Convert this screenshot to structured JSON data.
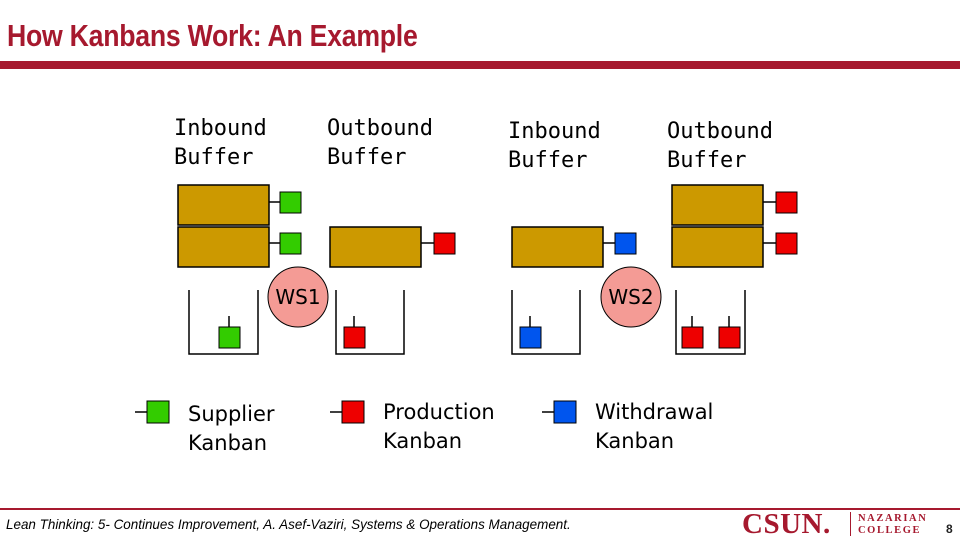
{
  "header": {
    "title": "How Kanbans Work: An Example"
  },
  "diagram": {
    "buffer_labels": [
      "Inbound\nBuffer",
      "Outbound\nBuffer",
      "Inbound\nBuffer",
      "Outbound\nBuffer"
    ],
    "workstations": [
      "WS1",
      "WS2"
    ],
    "legend": [
      {
        "label": "Supplier\nKanban",
        "color": "#33cc00"
      },
      {
        "label": "Production\nKanban",
        "color": "#ee0000"
      },
      {
        "label": "Withdrawal\nKanban",
        "color": "#0055ee"
      }
    ]
  },
  "colors": {
    "brand": "#a6192e",
    "buffer": "#cc9900",
    "workstation": "#f49b95",
    "supplier_kanban": "#33cc00",
    "production_kanban": "#ee0000",
    "withdrawal_kanban": "#0055ee"
  },
  "footer": {
    "citation": "Lean Thinking: 5- Continues Improvement, A. Asef-Vaziri, Systems & Operations Management.",
    "logo_main": "CSUN.",
    "logo_sub_line1": "NAZARIAN",
    "logo_sub_line2": "COLLEGE",
    "page_number": "8"
  }
}
